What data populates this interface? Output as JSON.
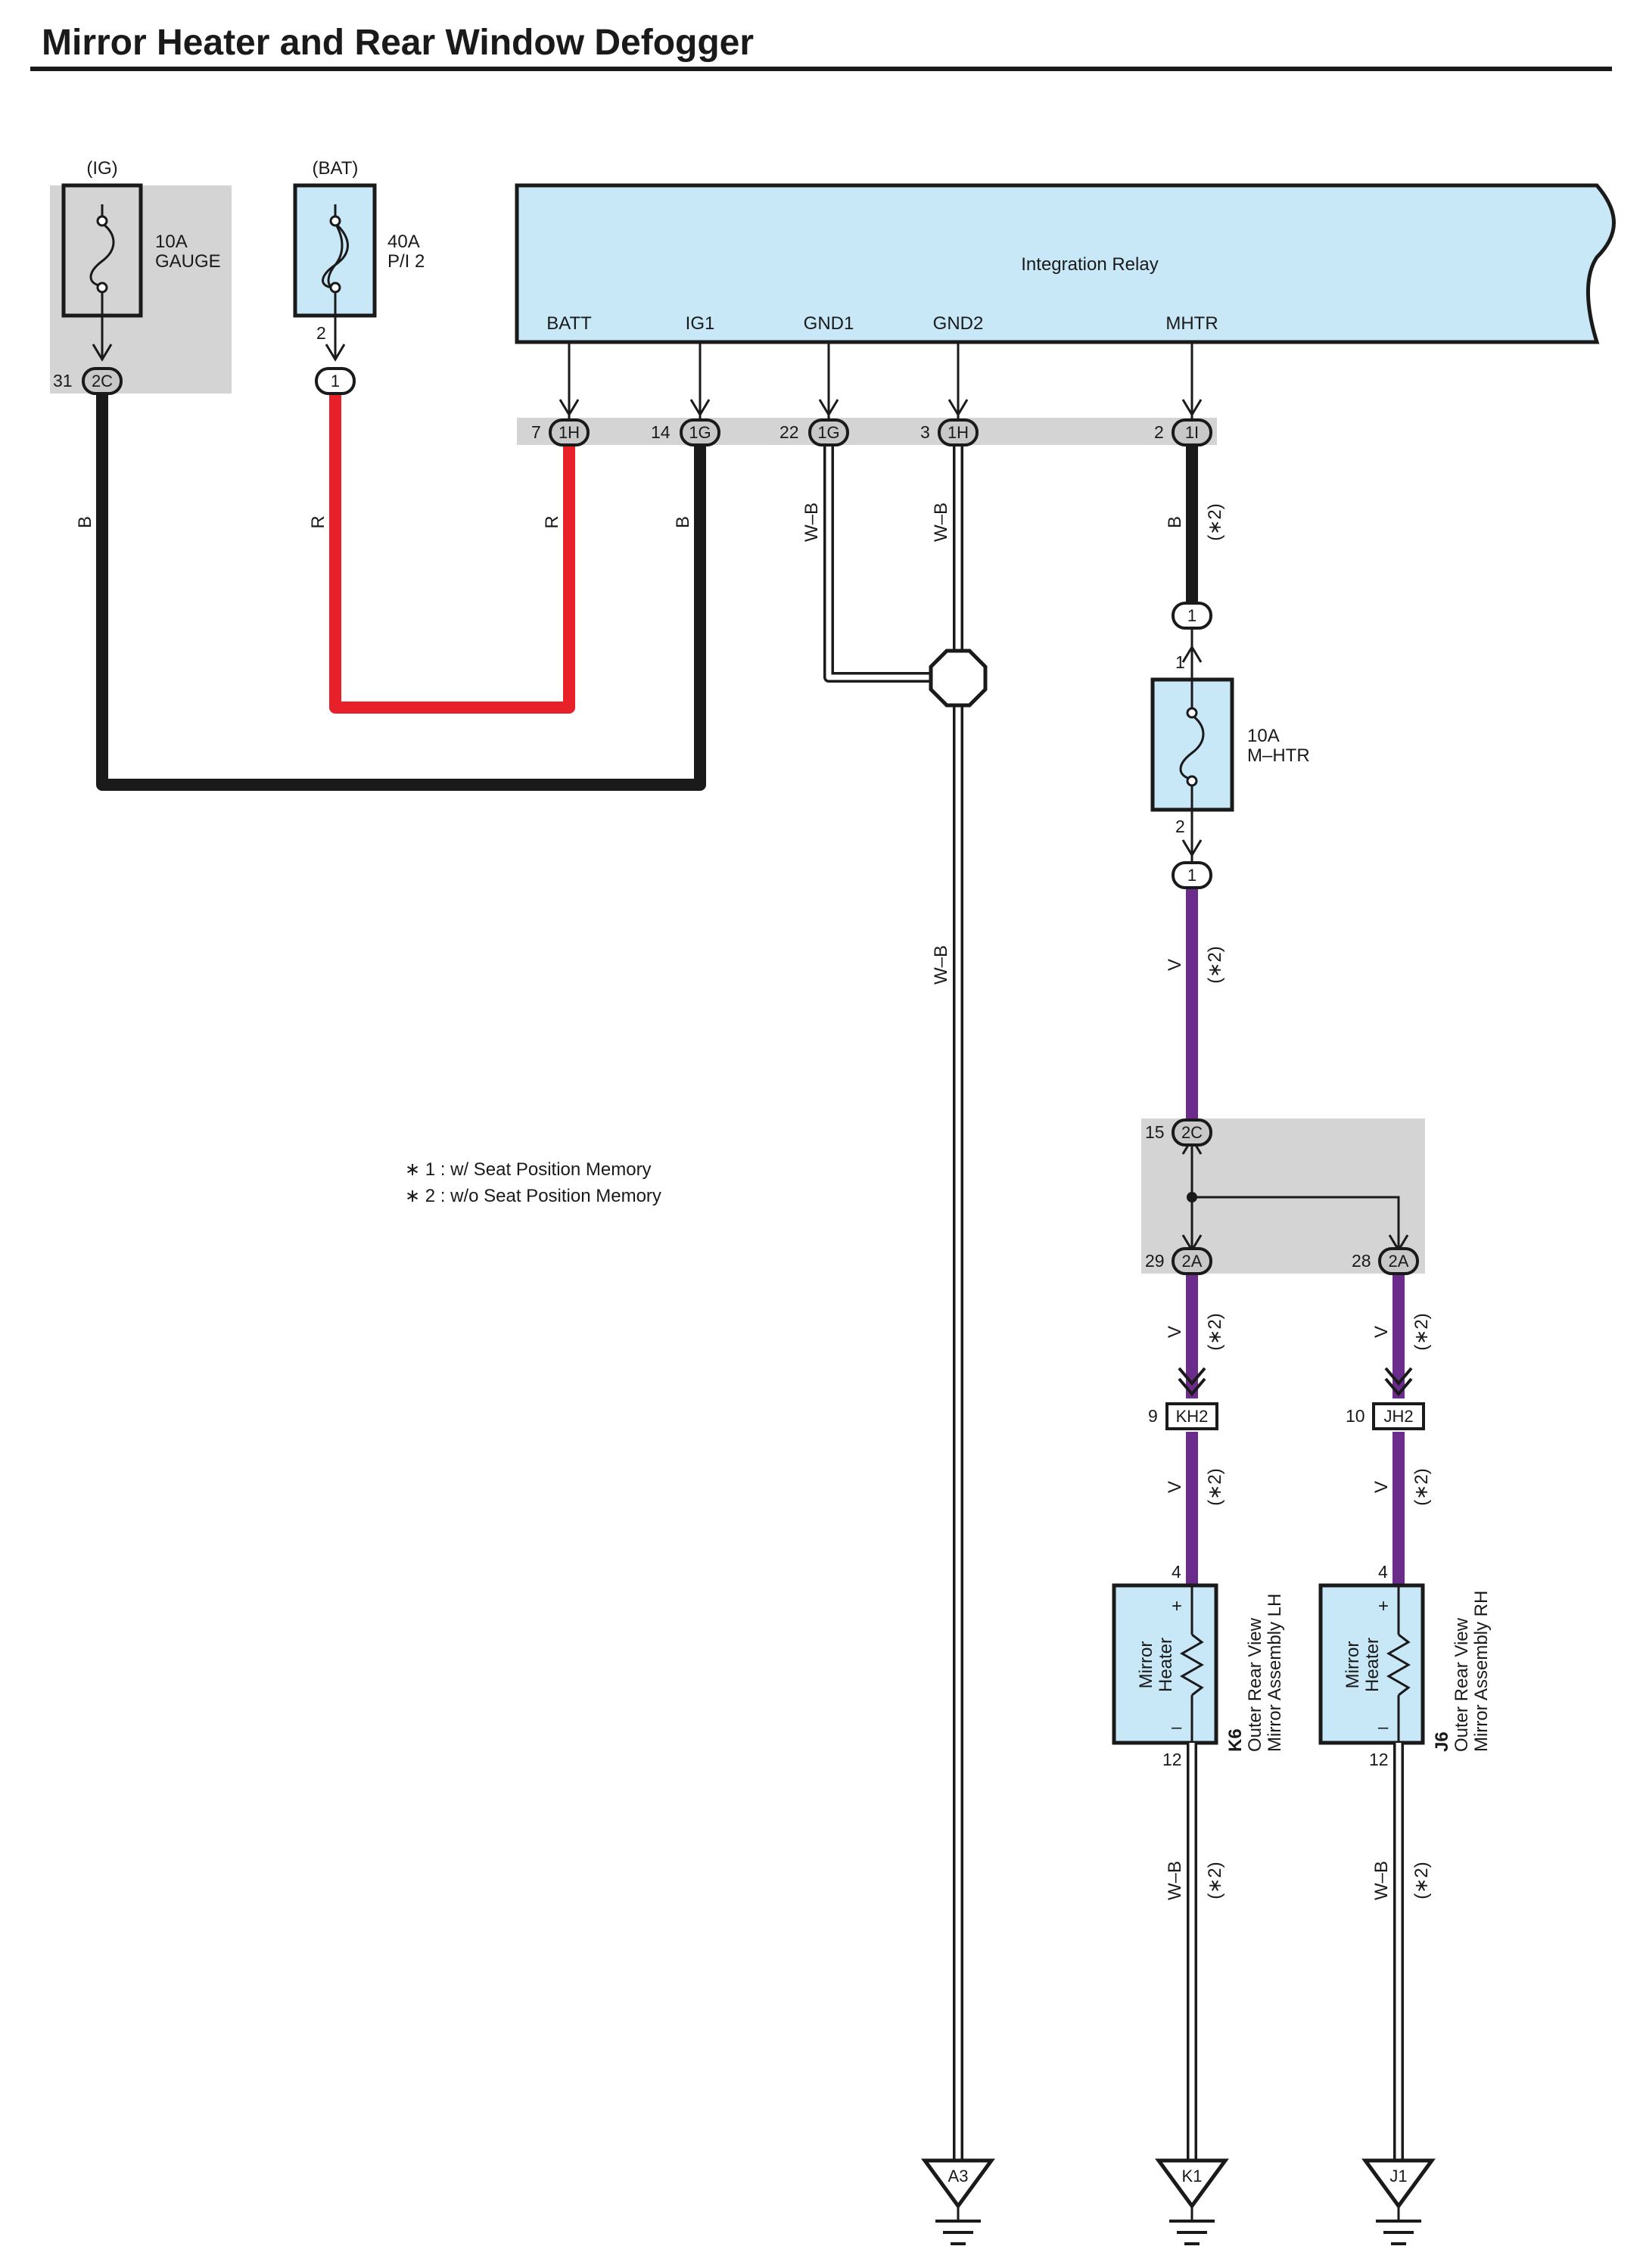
{
  "title": "Mirror Heater and Rear Window Defogger",
  "colors": {
    "black_wire": "#1a1a1a",
    "red_wire": "#e8202a",
    "violet_wire": "#6c2c8c",
    "component_fill": "#c8e8f8",
    "junction_shade": "#d4d4d4"
  },
  "sources": {
    "ig": "(IG)",
    "bat": "(BAT)"
  },
  "fuses": {
    "gauge": {
      "rating": "10A",
      "name": "GAUGE"
    },
    "pi2": {
      "rating": "40A",
      "name": "P/I 2",
      "pin": "2"
    },
    "mhtr": {
      "rating": "10A",
      "name": "M–HTR",
      "pin_in": "1",
      "pin_out": "2"
    }
  },
  "relay": {
    "name": "Integration Relay",
    "terminals": [
      "BATT",
      "IG1",
      "GND1",
      "GND2",
      "MHTR"
    ]
  },
  "connectors": {
    "c2c_top": {
      "pin": "31",
      "id": "2C"
    },
    "c1_bat": {
      "id": "1"
    },
    "batt": {
      "pin": "7",
      "id": "1H"
    },
    "ig1": {
      "pin": "14",
      "id": "1G"
    },
    "gnd1": {
      "pin": "22",
      "id": "1G"
    },
    "gnd2": {
      "pin": "3",
      "id": "1H"
    },
    "mhtr": {
      "pin": "2",
      "id": "1I"
    },
    "fuse_in": {
      "id": "1"
    },
    "fuse_out": {
      "id": "1"
    },
    "c2c_mid": {
      "pin": "15",
      "id": "2C"
    },
    "c2a_left": {
      "pin": "29",
      "id": "2A"
    },
    "c2a_right": {
      "pin": "28",
      "id": "2A"
    },
    "kh2": {
      "pin": "9",
      "id": "KH2"
    },
    "jh2": {
      "pin": "10",
      "id": "JH2"
    }
  },
  "wires": {
    "b": "B",
    "r": "R",
    "wb": "W–B",
    "v": "V",
    "note2": "(∗2)"
  },
  "notes": [
    "∗ 1 : w/ Seat Position Memory",
    "∗ 2 : w/o Seat Position Memory"
  ],
  "mirrors": {
    "lh": {
      "inner1": "Mirror",
      "inner2": "Heater",
      "plus": "+",
      "minus": "–",
      "pin_in": "4",
      "pin_out": "12",
      "code": "K6",
      "desc1": "Outer Rear View",
      "desc2": "Mirror Assembly LH"
    },
    "rh": {
      "inner1": "Mirror",
      "inner2": "Heater",
      "plus": "+",
      "minus": "–",
      "pin_in": "4",
      "pin_out": "12",
      "code": "J6",
      "desc1": "Outer Rear View",
      "desc2": "Mirror Assembly RH"
    }
  },
  "grounds": [
    "A3",
    "K1",
    "J1"
  ]
}
